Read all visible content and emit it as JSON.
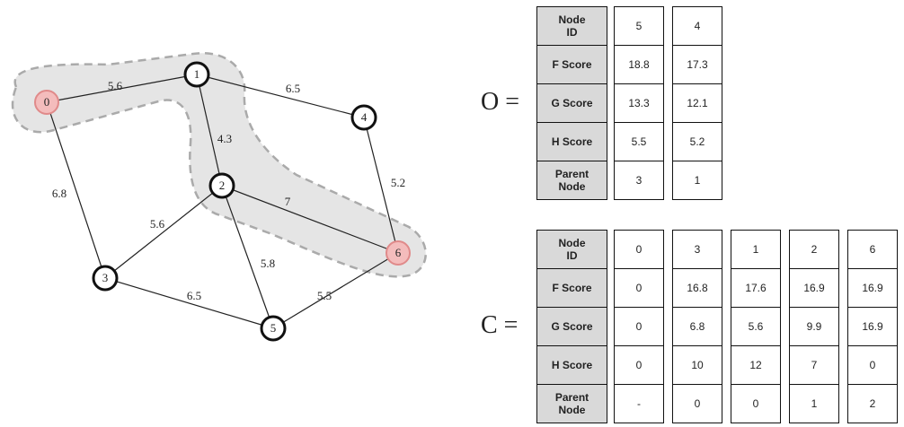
{
  "graph": {
    "nodes": [
      {
        "id": "0",
        "role": "start"
      },
      {
        "id": "1",
        "role": "normal"
      },
      {
        "id": "2",
        "role": "normal"
      },
      {
        "id": "3",
        "role": "normal"
      },
      {
        "id": "4",
        "role": "normal"
      },
      {
        "id": "5",
        "role": "normal"
      },
      {
        "id": "6",
        "role": "goal"
      }
    ],
    "edges": [
      {
        "from": "0",
        "to": "1",
        "weight": "5.6"
      },
      {
        "from": "0",
        "to": "3",
        "weight": "6.8"
      },
      {
        "from": "1",
        "to": "4",
        "weight": "6.5"
      },
      {
        "from": "1",
        "to": "2",
        "weight": "4.3"
      },
      {
        "from": "4",
        "to": "6",
        "weight": "5.2"
      },
      {
        "from": "2",
        "to": "6",
        "weight": "7"
      },
      {
        "from": "2",
        "to": "3",
        "weight": "5.6"
      },
      {
        "from": "2",
        "to": "5",
        "weight": "5.8"
      },
      {
        "from": "3",
        "to": "5",
        "weight": "6.5"
      },
      {
        "from": "5",
        "to": "6",
        "weight": "5.5"
      }
    ],
    "highlighted_path": [
      "0",
      "1",
      "2",
      "6"
    ],
    "colors": {
      "highlight_fill": "#e5e5e5",
      "highlight_border": "#aaaaaa",
      "endpoint_fill": "#f4bcbc",
      "endpoint_border": "#e08a8a"
    }
  },
  "open_list": {
    "label": "O =",
    "row_headers": [
      "Node ID",
      "F Score",
      "G Score",
      "H Score",
      "Parent Node"
    ],
    "columns": [
      [
        "5",
        "18.8",
        "13.3",
        "5.5",
        "3"
      ],
      [
        "4",
        "17.3",
        "12.1",
        "5.2",
        "1"
      ]
    ]
  },
  "closed_list": {
    "label": "C =",
    "row_headers": [
      "Node ID",
      "F Score",
      "G Score",
      "H Score",
      "Parent Node"
    ],
    "columns": [
      [
        "0",
        "0",
        "0",
        "0",
        "-"
      ],
      [
        "3",
        "16.8",
        "6.8",
        "10",
        "0"
      ],
      [
        "1",
        "17.6",
        "5.6",
        "12",
        "0"
      ],
      [
        "2",
        "16.9",
        "9.9",
        "7",
        "1"
      ],
      [
        "6",
        "16.9",
        "16.9",
        "0",
        "2"
      ]
    ]
  }
}
